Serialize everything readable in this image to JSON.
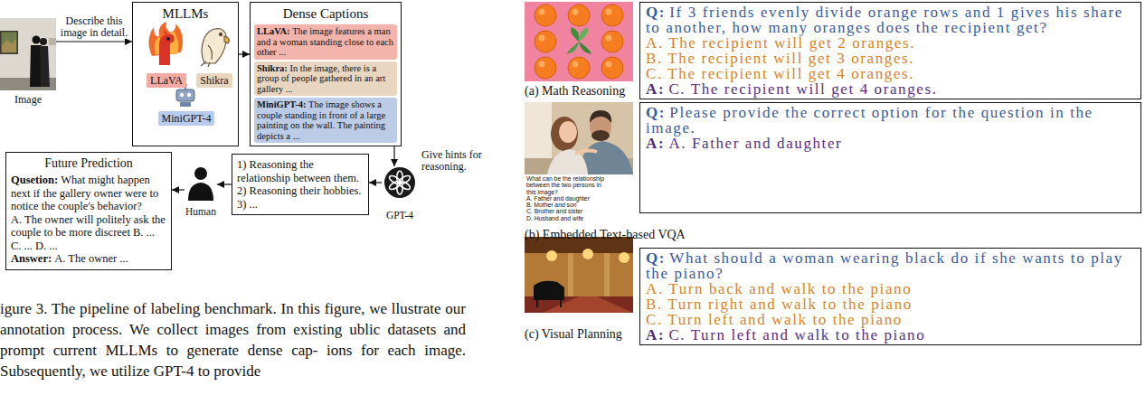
{
  "diagram": {
    "caption": "igure 3. The pipeline of labeling benchmark. In this figure, we llustrate our annotation process. We collect images from existing ublic datasets and prompt current MLLMs to generate dense cap- ions for each image. Subsequently, we utilize GPT-4 to provide",
    "nodes": [
      {
        "text": [
          "Image"
        ]
      },
      {
        "text": [
          "MLLMs"
        ]
      },
      {
        "text": [
          "LLaVA"
        ],
        "in": 1
      },
      {
        "text": [
          "Shikra"
        ],
        "in": 1
      },
      {
        "text": [
          "MiniGPT-4"
        ],
        "in": 1
      },
      {
        "text": [
          "Dense Captions"
        ]
      },
      {
        "text": [
          "LLaVA:",
          "The image features a man and a woman standing close to each other ..."
        ],
        "in": 5
      },
      {
        "text": [
          "Shikra:",
          "In the image, there is a group of people gathered in an art gallery ..."
        ],
        "in": 5
      },
      {
        "text": [
          "MiniGPT-4:",
          "The image shows a couple standing in front of a large painting on the wall. The painting depicts a ..."
        ],
        "in": 5
      },
      {
        "text": [
          "GPT-4"
        ]
      },
      {
        "text": [
          "1) Reasoning the relationship between them.",
          "2) Reasoning their hobbies.",
          "3) ..."
        ]
      },
      {
        "text": [
          "Human"
        ]
      },
      {
        "text": [
          "Future Prediction",
          "Qusetion:",
          "What might happen next if the gallery owner were to notice the couple's behavior?",
          "A. The owner will politely ask the couple to be more discreet",
          "B. ... C. ... D. ...",
          "Answer:",
          "A. The owner ..."
        ]
      },
      {
        "text": [
          "Q:",
          "If 3 friends evenly divide orange rows and 1 gives his share to another, how many oranges does the recipient get?",
          "A. The recipient will get 2 oranges.",
          "B. The recipient will get 3 oranges.",
          "C. The recipient will get 4 oranges.",
          "A:",
          "C. The recipient will get 4 oranges."
        ]
      },
      {
        "text": [
          "Q:",
          "Please provide the correct option for the question in the image.",
          "A:",
          "A. Father and daughter"
        ]
      },
      {
        "text": [
          "Q:",
          "What should a woman wearing black do if she wants to play the piano?",
          "A. Turn back and walk to the piano",
          "B. Turn right and walk to the piano",
          "C. Turn left and walk to the piano",
          "A:",
          "C. Turn left and walk to the piano"
        ]
      }
    ],
    "edges": [
      {
        "from": 0,
        "to": 1,
        "arrow": "to",
        "label": "Describe this image in detail."
      },
      {
        "from": 1,
        "to": 5,
        "arrow": "to"
      },
      {
        "from": 5,
        "to": 9,
        "arrow": "to",
        "label": "Give hints for reasoning."
      },
      {
        "from": 9,
        "to": 10,
        "arrow": "to"
      },
      {
        "from": 10,
        "to": 11,
        "arrow": "to"
      },
      {
        "from": 11,
        "to": 12,
        "arrow": "to"
      }
    ],
    "labels": [
      "(a) Math Reasoning",
      "What can be the relationship between the two persons in this image?",
      "A. Father and daughter",
      "B. Mother and son",
      "C. Brother and sister",
      "D. Husband and wife",
      "(b) Embedded Text-based VQA",
      "(c) Visual Planning"
    ]
  }
}
